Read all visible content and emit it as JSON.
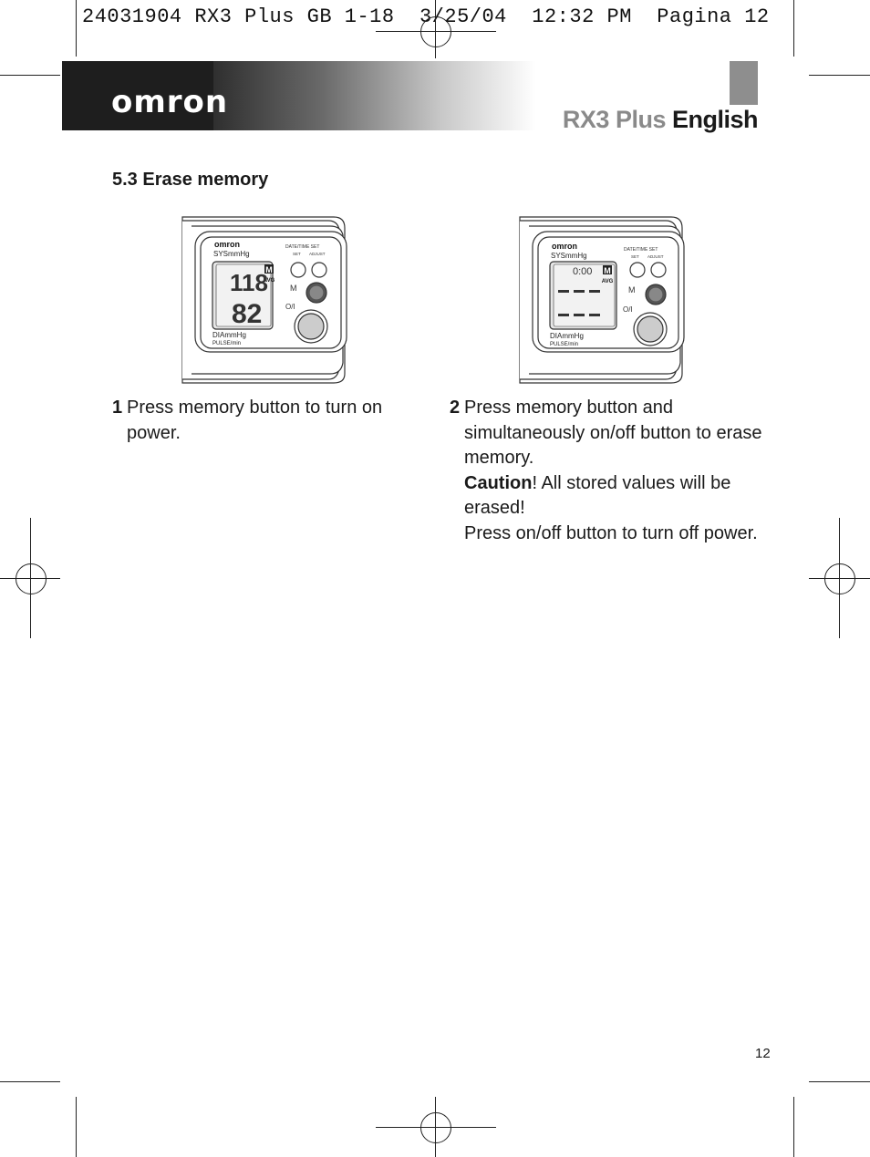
{
  "slug": {
    "text": "24031904 RX3 Plus GB 1-18  3/25/04  12:32 PM  Pagina 12"
  },
  "header": {
    "brand": "omron",
    "model_name": "RX3 Plus",
    "language": "English"
  },
  "section": {
    "title": "5.3 Erase memory"
  },
  "device_left": {
    "brand": "omron",
    "sys_label": "SYSmmHg",
    "dia_label": "DIAmmHg",
    "pulse_label": "PULSE/min",
    "datetime_label": "DATE/TIME SET",
    "set_label": "SET",
    "adjust_label": "ADJUST",
    "m_label": "M",
    "power_label": "O/I",
    "memory_indicator": "M",
    "avg_indicator": "AVG",
    "sys_value": "118",
    "dia_value": "82"
  },
  "device_right": {
    "brand": "omron",
    "sys_label": "SYSmmHg",
    "dia_label": "DIAmmHg",
    "pulse_label": "PULSE/min",
    "datetime_label": "DATE/TIME SET",
    "set_label": "SET",
    "adjust_label": "ADJUST",
    "m_label": "M",
    "power_label": "O/I",
    "memory_indicator": "M",
    "avg_indicator": "AVG",
    "time_value": "0:00"
  },
  "steps": [
    {
      "number": "1",
      "text": "Press memory button to turn on power."
    },
    {
      "number": "2",
      "line1": "Press memory button and simultaneously on/off button to erase memory.",
      "caution_bold": "Caution",
      "caution_rest": "! All stored values will be erased!",
      "line3": "Press on/off button to turn off power."
    }
  ],
  "footer": {
    "page_number": "12"
  }
}
